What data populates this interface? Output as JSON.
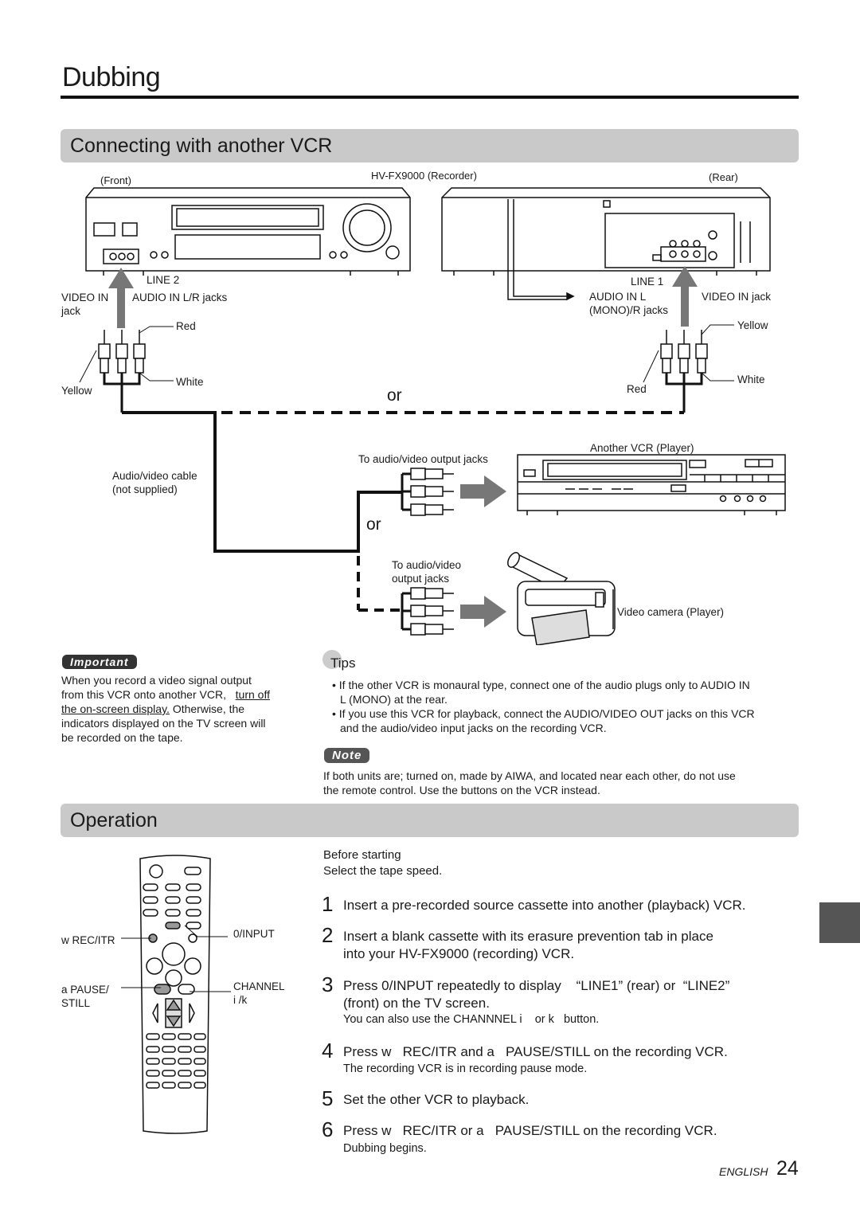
{
  "header": {
    "title": "Dubbing"
  },
  "section1": {
    "title": "Connecting with another VCR",
    "diagram": {
      "recorder_label": "HV-FX9000 (Recorder)",
      "front_label": "(Front)",
      "rear_label": "(Rear)",
      "line2_label": "LINE 2",
      "line1_label": "LINE 1",
      "video_in_jack_left_1": "VIDEO IN",
      "video_in_jack_left_2": "jack",
      "audio_in_lr_jacks": "AUDIO IN L/R jacks",
      "audio_in_l_1": "AUDIO IN L",
      "audio_in_l_2": "(MONO)/R jacks",
      "video_in_jack_right": "VIDEO IN jack",
      "red_left": "Red",
      "white_left": "White",
      "yellow_left": "Yellow",
      "yellow_right": "Yellow",
      "white_right": "White",
      "red_right": "Red",
      "or_top": "or",
      "or_mid": "or",
      "another_vcr_label": "Another VCR (Player)",
      "to_av_output_jacks": "To audio/video output jacks",
      "cable_label_1": "Audio/video cable",
      "cable_label_2": "(not supplied)",
      "to_av_output_2a": "To audio/video",
      "to_av_output_2b": "output jacks",
      "video_camera_label": "Video camera (Player)"
    },
    "important": {
      "badge": "Important",
      "line1": "When you record a video signal output",
      "line2a": "from this VCR onto another VCR,",
      "line2b": "turn off",
      "line3a": "the on-screen display.",
      "line3b": " Otherwise, the",
      "line4": "indicators displayed on the TV screen will",
      "line5": "be recorded on the tape."
    },
    "tips": {
      "title": "Tips",
      "b1_l1": "If the other VCR is monaural type, connect one of the audio plugs only to AUDIO IN",
      "b1_l2": "L (MONO) at the rear.",
      "b2_l1": "If you use this VCR for playback, connect the AUDIO/VIDEO OUT jacks on this VCR",
      "b2_l2": "and the audio/video input jacks on the recording VCR."
    },
    "note": {
      "badge": "Note",
      "l1": "If both units are; turned on, made by AIWA, and located near each other, do not use",
      "l2": "the remote control.  Use the buttons on the VCR instead."
    }
  },
  "section2": {
    "title": "Operation",
    "remote": {
      "rec_itr": "w  REC/ITR",
      "input": "0/INPUT",
      "pause_1": "a  PAUSE/",
      "pause_2": "STILL",
      "channel_1": "CHANNEL",
      "channel_2": "i  /k"
    },
    "before_starting": "Before starting",
    "select_speed": "Select the tape speed.",
    "steps": [
      {
        "num": "1",
        "l1": "Insert a pre-recorded source cassette into another (playback) VCR."
      },
      {
        "num": "2",
        "l1": "Insert a blank cassette with its erasure prevention tab in place",
        "l2": "into your HV-FX9000 (recording) VCR."
      },
      {
        "num": "3",
        "l1": "Press 0/INPUT repeatedly to display    “LINE1” (rear) or  “LINE2”",
        "l2": "(front) on the TV screen.",
        "sub": "You can also use the CHANNNEL i    or k   button."
      },
      {
        "num": "4",
        "l1": "Press w   REC/ITR and a   PAUSE/STILL on the recording VCR.",
        "sub": "The recording VCR is in recording pause mode."
      },
      {
        "num": "5",
        "l1": "Set the other VCR to playback."
      },
      {
        "num": "6",
        "l1": "Press w   REC/ITR or a   PAUSE/STILL on the recording VCR.",
        "sub": "Dubbing begins."
      }
    ]
  },
  "footer": {
    "language": "ENGLISH",
    "page_number": "24"
  }
}
